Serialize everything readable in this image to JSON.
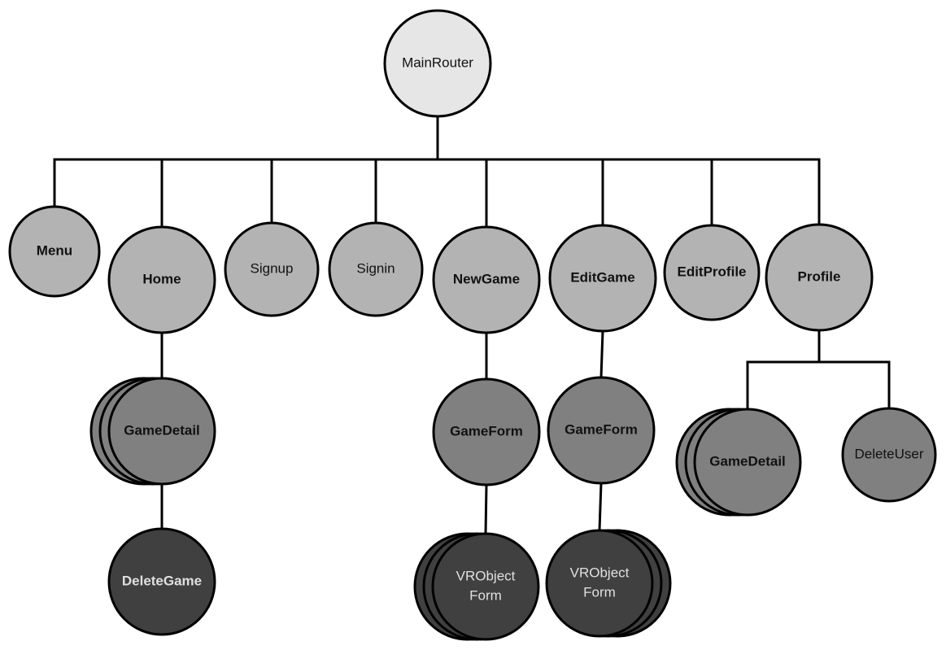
{
  "title": "MainRouter component hierarchy",
  "colors": {
    "root": "#e6e6e6",
    "level1": "#b3b3b3",
    "level2": "#808080",
    "level3": "#404040",
    "dark_text": "#111111",
    "light_text": "#e0e0e0",
    "edge": "#000000"
  },
  "nodes": {
    "mainrouter": {
      "label": [
        "MainRouter"
      ],
      "level": "root",
      "bold": false,
      "stacked": false
    },
    "menu": {
      "label": [
        "Menu"
      ],
      "level": "level1",
      "bold": true,
      "stacked": false
    },
    "home": {
      "label": [
        "Home"
      ],
      "level": "level1",
      "bold": true,
      "stacked": false
    },
    "signup": {
      "label": [
        "Signup"
      ],
      "level": "level1",
      "bold": false,
      "stacked": false
    },
    "signin": {
      "label": [
        "Signin"
      ],
      "level": "level1",
      "bold": false,
      "stacked": false
    },
    "newgame": {
      "label": [
        "NewGame"
      ],
      "level": "level1",
      "bold": true,
      "stacked": false
    },
    "editgame": {
      "label": [
        "EditGame"
      ],
      "level": "level1",
      "bold": true,
      "stacked": false
    },
    "editprofile": {
      "label": [
        "EditProfile"
      ],
      "level": "level1",
      "bold": true,
      "stacked": false
    },
    "profile": {
      "label": [
        "Profile"
      ],
      "level": "level1",
      "bold": true,
      "stacked": false
    },
    "home_gamedetail": {
      "label": [
        "GameDetail"
      ],
      "level": "level2",
      "bold": true,
      "stacked": true
    },
    "newgame_gameform": {
      "label": [
        "GameForm"
      ],
      "level": "level2",
      "bold": true,
      "stacked": false
    },
    "editgame_gameform": {
      "label": [
        "GameForm"
      ],
      "level": "level2",
      "bold": true,
      "stacked": false
    },
    "profile_gamedetail": {
      "label": [
        "GameDetail"
      ],
      "level": "level2",
      "bold": true,
      "stacked": true
    },
    "deleteuser": {
      "label": [
        "DeleteUser"
      ],
      "level": "level2",
      "bold": false,
      "stacked": false
    },
    "deletegame": {
      "label": [
        "DeleteGame"
      ],
      "level": "level3",
      "bold": true,
      "stacked": false
    },
    "newgame_vrobjectform": {
      "label": [
        "VRObject",
        "Form"
      ],
      "level": "level3",
      "bold": false,
      "stacked": true
    },
    "editgame_vrobjectform": {
      "label": [
        "VRObject",
        "Form"
      ],
      "level": "level3",
      "bold": false,
      "stacked": true
    }
  },
  "edges": [
    [
      "mainrouter",
      "menu"
    ],
    [
      "mainrouter",
      "home"
    ],
    [
      "mainrouter",
      "signup"
    ],
    [
      "mainrouter",
      "signin"
    ],
    [
      "mainrouter",
      "newgame"
    ],
    [
      "mainrouter",
      "editgame"
    ],
    [
      "mainrouter",
      "editprofile"
    ],
    [
      "mainrouter",
      "profile"
    ],
    [
      "home",
      "home_gamedetail"
    ],
    [
      "home_gamedetail",
      "deletegame"
    ],
    [
      "newgame",
      "newgame_gameform"
    ],
    [
      "newgame_gameform",
      "newgame_vrobjectform"
    ],
    [
      "editgame",
      "editgame_gameform"
    ],
    [
      "editgame_gameform",
      "editgame_vrobjectform"
    ],
    [
      "profile",
      "profile_gamedetail"
    ],
    [
      "profile",
      "deleteuser"
    ]
  ]
}
